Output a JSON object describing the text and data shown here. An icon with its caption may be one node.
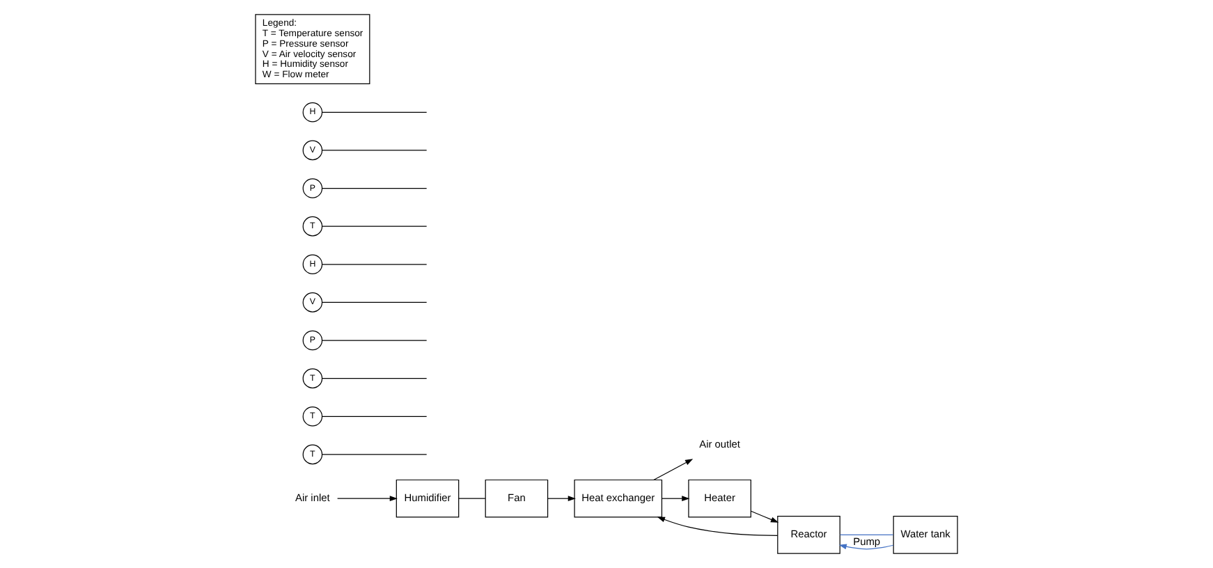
{
  "diagram": {
    "nodes": [
      {
        "text": [
          "Air inlet"
        ]
      },
      {
        "text": [
          "Humidifier"
        ]
      },
      {
        "text": [
          "Fan"
        ]
      },
      {
        "text": [
          "T"
        ]
      },
      {
        "text": [
          "Heat exchanger"
        ]
      },
      {
        "text": [
          "Air outlet"
        ]
      },
      {
        "text": [
          "T"
        ]
      },
      {
        "text": [
          "Heater"
        ]
      },
      {
        "text": [
          "T"
        ]
      },
      {
        "text": [
          "P"
        ]
      },
      {
        "text": [
          "V"
        ]
      },
      {
        "text": [
          "H"
        ]
      },
      {
        "text": [
          "Reactor"
        ]
      },
      {
        "text": [
          "T"
        ]
      },
      {
        "text": [
          "P"
        ]
      },
      {
        "text": [
          "V"
        ]
      },
      {
        "text": [
          "H"
        ]
      },
      {
        "text": [
          "Water tank"
        ]
      },
      {
        "text": [
          "Legend:",
          "T = Temperature sensor",
          "P = Pressure sensor",
          "V = Air velocity sensor",
          "H = Humidity sensor",
          "W = Flow meter"
        ]
      }
    ],
    "edges": [
      {
        "from": 0,
        "to": 1,
        "arrow": "to"
      },
      {
        "from": 1,
        "to": 2,
        "arrow": "none"
      },
      {
        "from": 2,
        "to": 4,
        "arrow": "to"
      },
      {
        "from": 4,
        "to": 5,
        "arrow": "to"
      },
      {
        "from": 4,
        "to": 7,
        "arrow": "to"
      },
      {
        "from": 7,
        "to": 12,
        "arrow": "to"
      },
      {
        "from": 12,
        "to": 4,
        "arrow": "to"
      },
      {
        "from": 17,
        "to": 12,
        "arrow": "to",
        "label": "Pump",
        "color": "#4472c4"
      },
      {
        "from": 12,
        "to": 17,
        "arrow": "none",
        "color": "#4472c4"
      },
      {
        "from": 3,
        "to": null,
        "arrow": "none"
      },
      {
        "from": 6,
        "to": null,
        "arrow": "none"
      },
      {
        "from": 8,
        "to": null,
        "arrow": "none"
      },
      {
        "from": 9,
        "to": null,
        "arrow": "none"
      },
      {
        "from": 10,
        "to": null,
        "arrow": "none"
      },
      {
        "from": 11,
        "to": null,
        "arrow": "none"
      },
      {
        "from": 13,
        "to": null,
        "arrow": "none"
      },
      {
        "from": 14,
        "to": null,
        "arrow": "none"
      },
      {
        "from": 15,
        "to": null,
        "arrow": "none"
      },
      {
        "from": 16,
        "to": null,
        "arrow": "none"
      }
    ]
  }
}
